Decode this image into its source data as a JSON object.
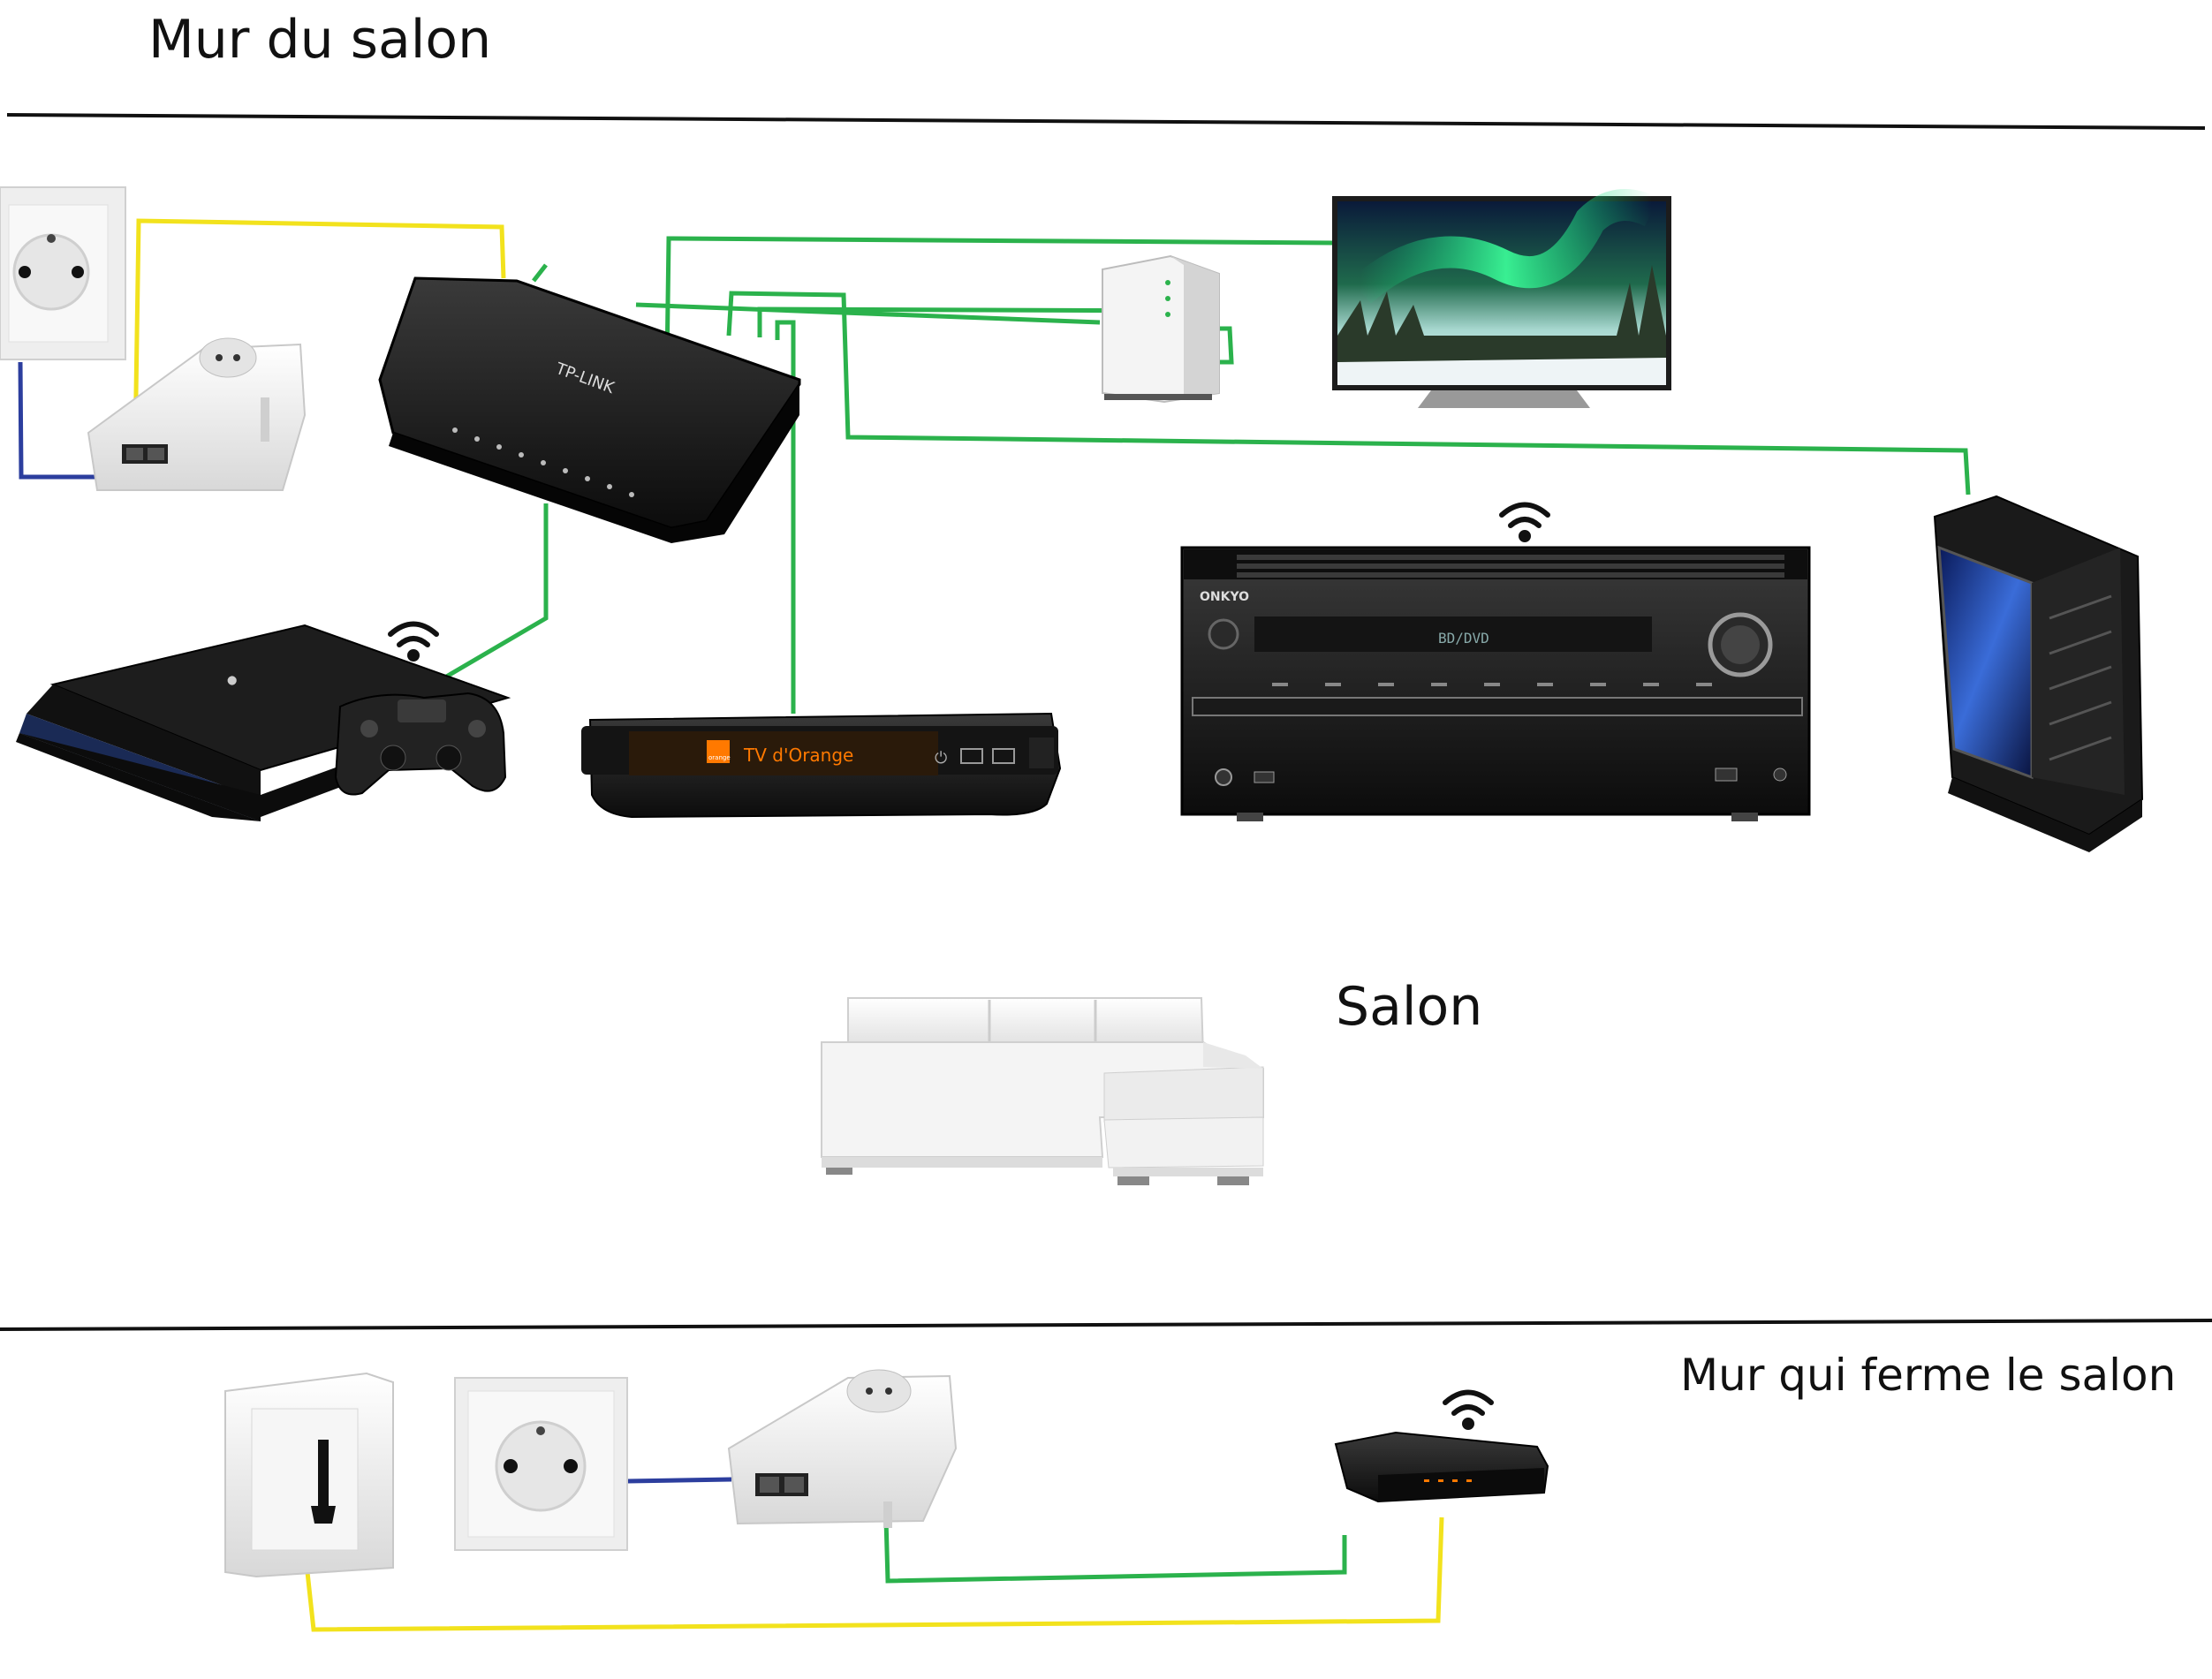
{
  "labels": {
    "top_wall": "Mur du salon",
    "room": "Salon",
    "bottom_wall": "Mur qui ferme le salon"
  },
  "devices": {
    "switch_brand": "TP-LINK",
    "tv_box_brand": "orange",
    "tv_box_name": "TV d'Orange",
    "receiver_brand": "ONKYO",
    "receiver_display": "BD/DVD"
  },
  "colors": {
    "ethernet": "#2bb24c",
    "phone_line": "#f2e21d",
    "power_link": "#2c3e9e",
    "device_dark": "#1a1a1a",
    "device_light": "#efefef",
    "orange": "#ff7900"
  }
}
